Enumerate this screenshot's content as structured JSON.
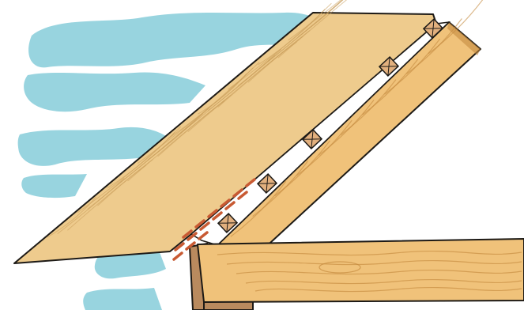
{
  "illustration": {
    "subject": "roof-rafter-sheathing-detail",
    "colors": {
      "sky": "#8dcfdc",
      "sheathing_wood": "#eecb8d",
      "sheathing_grain": "#c89c5a",
      "rafter_wood": "#f0c27a",
      "rafter_grain": "#c58a3f",
      "wall_post": "#b98a5e",
      "spacer_block": "#e2b07e",
      "outline": "#1d1a16",
      "marker_dashes": "#c85a33"
    },
    "elements": [
      "sky-clouds",
      "roof-sheathing-panel",
      "rafter",
      "ceiling-joist",
      "wall-post",
      "spacer-blocks",
      "dashed-edge-markers"
    ]
  }
}
